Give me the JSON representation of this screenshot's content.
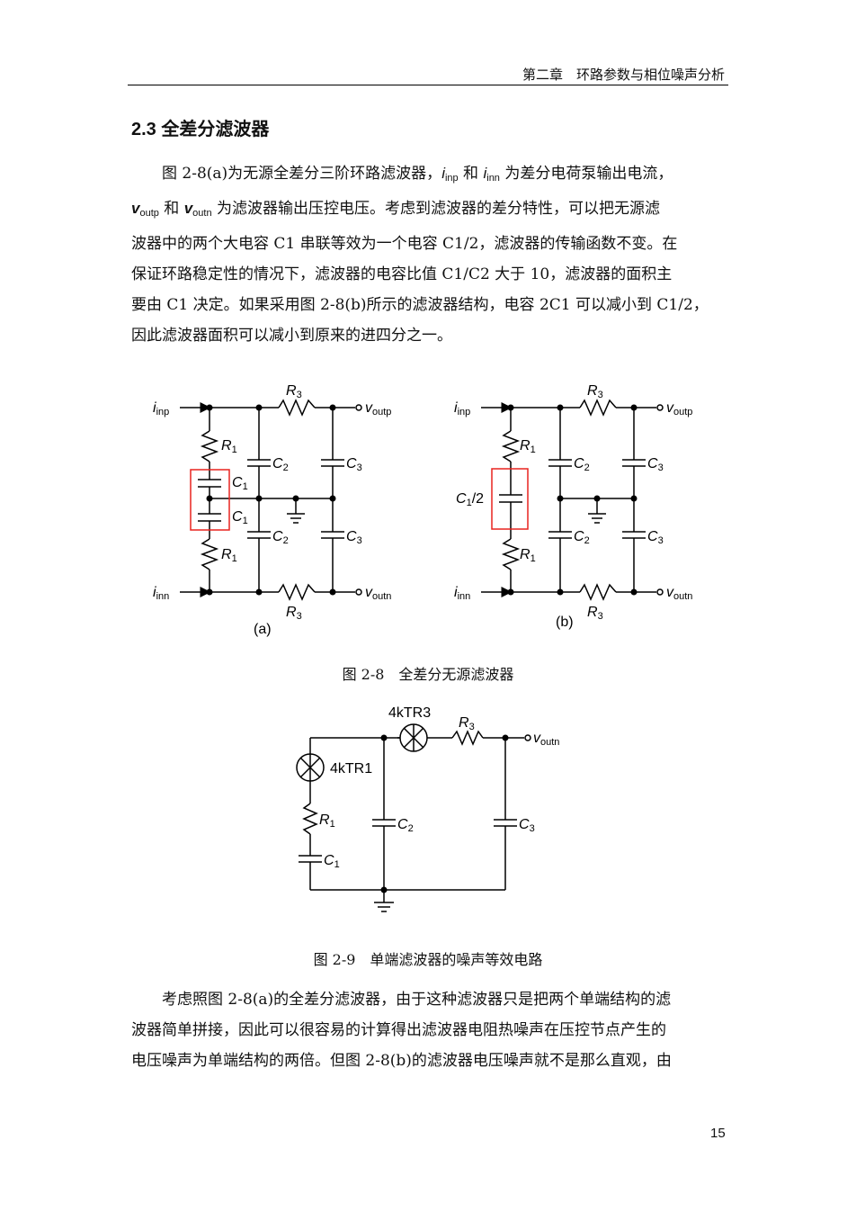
{
  "header": {
    "chapter": "第二章　环路参数与相位噪声分析"
  },
  "section": {
    "title": "2.3  全差分滤波器"
  },
  "para1": {
    "line1": "　　图 2-8(a)为无源全差分三阶环路滤波器，",
    "line2": "为滤波器输出压控电压。考虑到滤波器的差分特性，可以把无源滤",
    "line3": "波器中的两个大电容 C1 串联等效为一个电容 C1/2，滤波器的传输函数不变。在",
    "line4": "保证环路稳定性的情况下，滤波器的电容比值 C1/C2 大于 10，滤波器的面积主",
    "line5": "要由 C1 决定。如果采用图 2-8(b)所示的滤波器结构，电容 2C1 可以减小到 C1/2，",
    "line6": "因此滤波器面积可以减小到原来的进四分之一。"
  },
  "fig28": {
    "caption": "图 2-8　全差分无源滤波器",
    "label_a": "(a)",
    "label_b": "(b)",
    "r1": "R1",
    "r3": "R3",
    "c1": "C1",
    "c2": "C2",
    "c3": "C3",
    "c1half": "C1/2",
    "i_inp": "inp",
    "i_inn": "inn",
    "v_outp": "outp",
    "v_outn": "outn"
  },
  "fig29": {
    "caption": "图 2-9　单端滤波器的噪声等效电路",
    "noise_r3": "4kTR3",
    "noise_r1": "4kTR1"
  },
  "para2": {
    "line1": "　　考虑照图 2-8(a)的全差分滤波器，由于这种滤波器只是把两个单端结构的滤",
    "line2": "波器简单拼接，因此可以很容易的计算得出滤波器电阻热噪声在压控节点产生的",
    "line3": "电压噪声为单端结构的两倍。但图 2-8(b)的滤波器电压噪声就不是那么直观，由"
  },
  "page_number": "15",
  "colors": {
    "highlight_box": "#e8231f",
    "line": "#000000"
  }
}
